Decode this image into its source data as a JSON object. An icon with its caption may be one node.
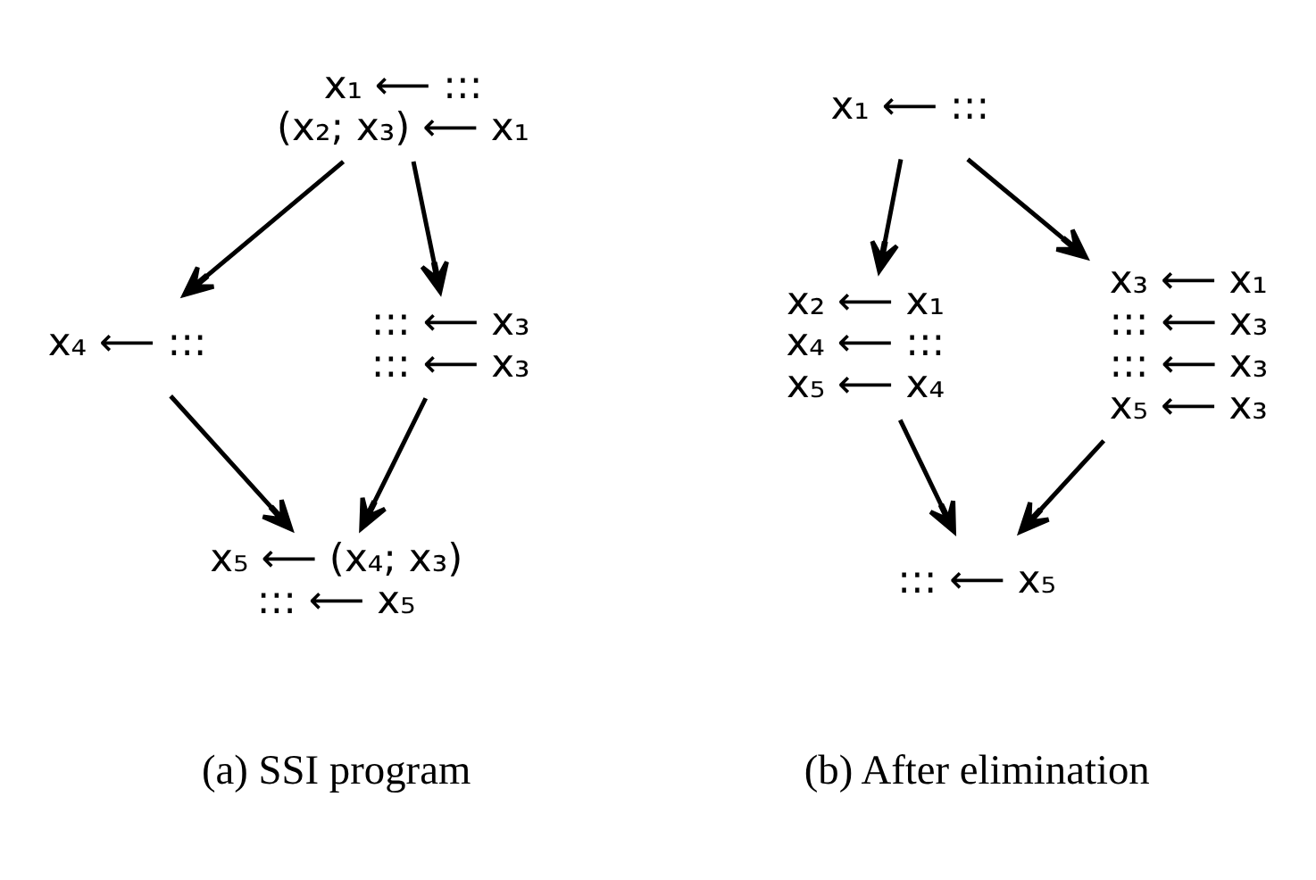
{
  "diagram": {
    "nodes": [
      {
        "text": [
          "x₁ ⟵ :::",
          "(x₂; x₃) ⟵ x₁"
        ]
      },
      {
        "text": [
          "x₄ ⟵ :::"
        ]
      },
      {
        "text": [
          "::: ⟵ x₃",
          "::: ⟵ x₃"
        ]
      },
      {
        "text": [
          "x₅ ⟵ (x₄; x₃)",
          "::: ⟵ x₅"
        ]
      },
      {
        "text": [
          "x₁ ⟵ :::"
        ]
      },
      {
        "text": [
          "x₂ ⟵ x₁",
          "x₄ ⟵ :::",
          "x₅ ⟵ x₄"
        ]
      },
      {
        "text": [
          "x₃ ⟵ x₁",
          "::: ⟵ x₃",
          "::: ⟵ x₃",
          "x₅ ⟵ x₃"
        ]
      },
      {
        "text": [
          "::: ⟵ x₅"
        ]
      }
    ],
    "edges": [
      {
        "from": 0,
        "to": 1,
        "arrow": "to"
      },
      {
        "from": 0,
        "to": 2,
        "arrow": "to"
      },
      {
        "from": 1,
        "to": 3,
        "arrow": "to"
      },
      {
        "from": 2,
        "to": 3,
        "arrow": "to"
      },
      {
        "from": 4,
        "to": 5,
        "arrow": "to"
      },
      {
        "from": 4,
        "to": 6,
        "arrow": "to"
      },
      {
        "from": 5,
        "to": 7,
        "arrow": "to"
      },
      {
        "from": 6,
        "to": 7,
        "arrow": "to"
      }
    ],
    "labels": [
      "(a) SSI program",
      "(b) After elimination"
    ]
  }
}
